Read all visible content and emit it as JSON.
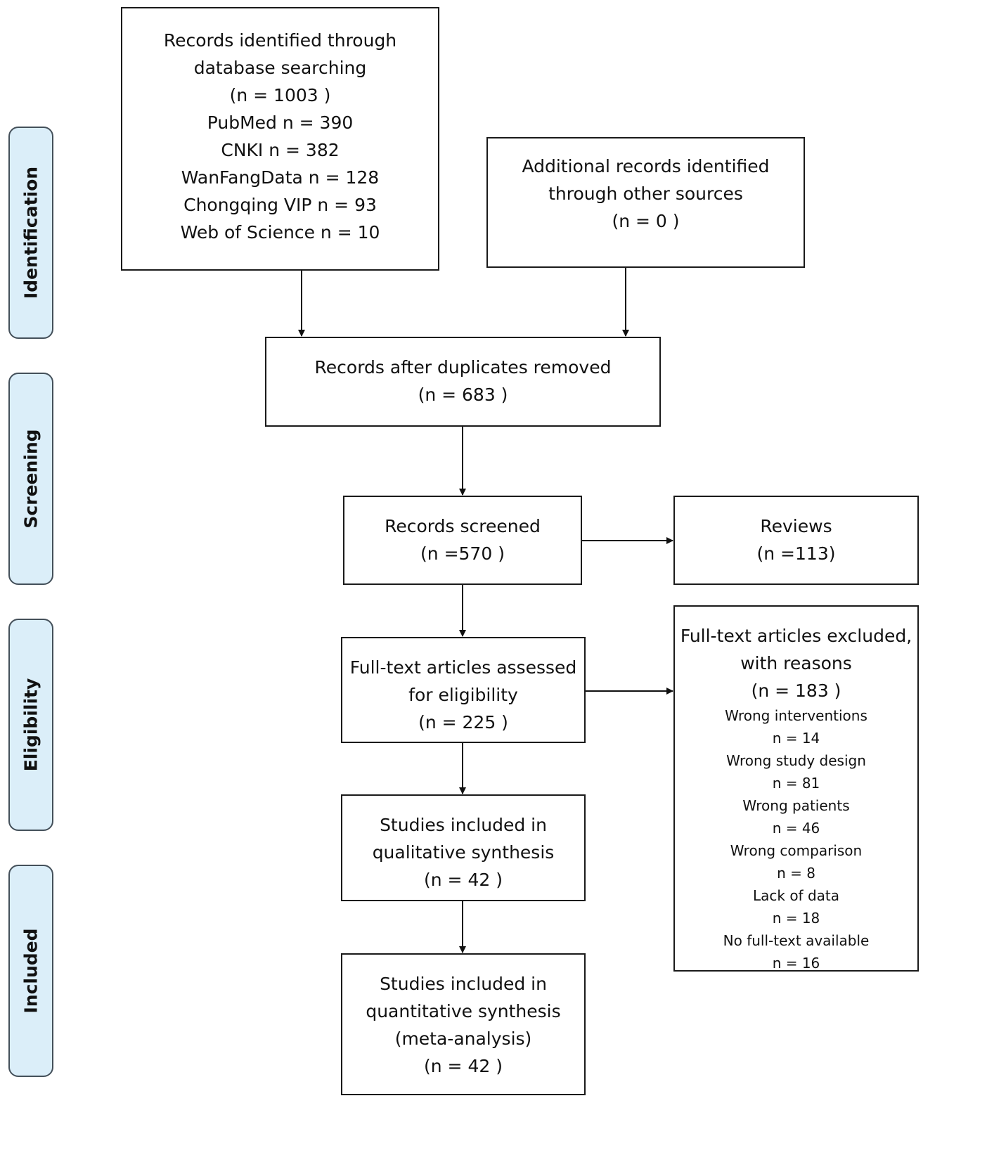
{
  "stages": [
    {
      "id": "identification",
      "label": "Identification"
    },
    {
      "id": "screening",
      "label": "Screening"
    },
    {
      "id": "eligibility",
      "label": "Eligibility"
    },
    {
      "id": "included",
      "label": "Included"
    }
  ],
  "boxes": {
    "database_search": {
      "lines": [
        "Records identified through",
        "database searching",
        "(n = 1003 )",
        "PubMed n = 390",
        "CNKI n = 382",
        "WanFangData n = 128",
        "Chongqing VIP n = 93",
        "Web of Science n = 10"
      ]
    },
    "other_sources": {
      "lines": [
        "Additional records identified",
        "through other sources",
        "(n = 0 )"
      ]
    },
    "duplicates_removed": {
      "lines": [
        "Records after duplicates removed",
        "(n = 683 )"
      ]
    },
    "screened": {
      "lines": [
        "Records screened",
        "(n =570 )"
      ]
    },
    "reviews": {
      "lines": [
        "Reviews",
        "(n =113)"
      ]
    },
    "fulltext_assessed": {
      "lines": [
        "Full-text articles assessed",
        "for eligibility",
        "(n = 225 )"
      ]
    },
    "fulltext_excluded": {
      "lines": [
        "Full-text articles excluded,",
        "with reasons",
        "(n = 183 )"
      ],
      "reasons": [
        {
          "label": "Wrong interventions",
          "count": "n = 14"
        },
        {
          "label": "Wrong study design",
          "count": "n = 81"
        },
        {
          "label": "Wrong patients",
          "count": "n = 46"
        },
        {
          "label": "Wrong comparison",
          "count": "n = 8"
        },
        {
          "label": "Lack of data",
          "count": "n = 18"
        },
        {
          "label": "No full-text available",
          "count": "n = 16"
        }
      ]
    },
    "qualitative": {
      "lines": [
        "Studies included in",
        "qualitative synthesis",
        "(n = 42 )"
      ]
    },
    "quantitative": {
      "lines": [
        "Studies included in",
        "quantitative synthesis",
        "(meta-analysis)",
        "(n = 42 )"
      ]
    }
  }
}
